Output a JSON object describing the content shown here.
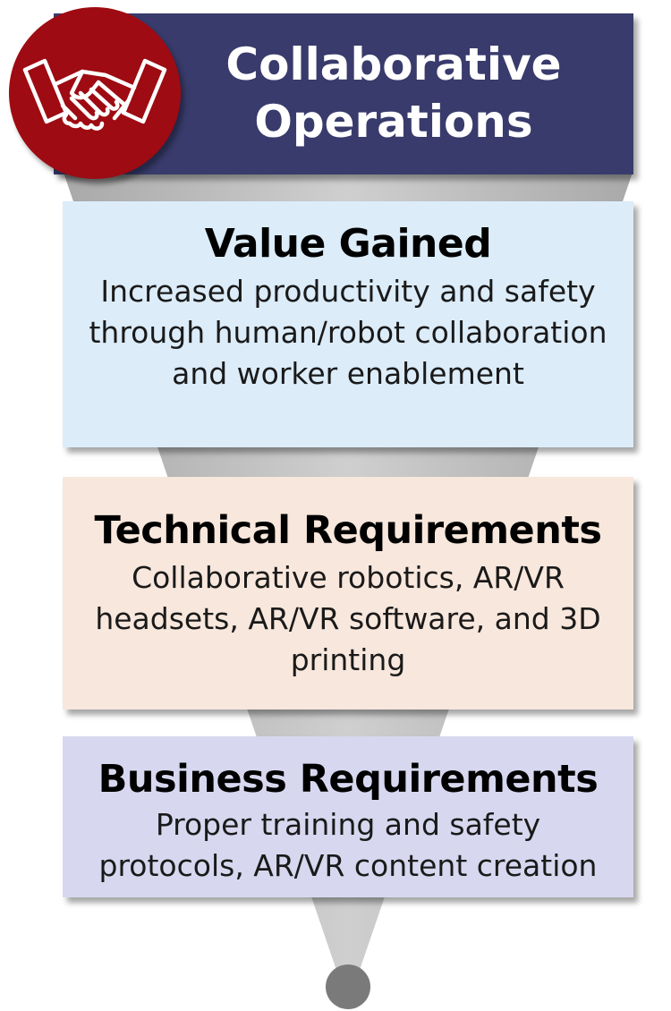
{
  "header": {
    "title": "Collaborative\nOperations",
    "icon": "handshake-icon",
    "icon_bg_color": "#9e0b12",
    "bg_color": "#383b6b"
  },
  "sections": [
    {
      "title": "Value Gained",
      "body": "Increased productivity and safety through human/robot collaboration and worker enablement",
      "bg_color": "#dcecf9"
    },
    {
      "title": "Technical Requirements",
      "body": "Collaborative robotics, AR/VR headsets, AR/VR software, and 3D printing",
      "bg_color": "#f8e7dc"
    },
    {
      "title": "Business Requirements",
      "body": "Proper training and safety protocols, AR/VR content creation",
      "bg_color": "#d7d8ef"
    }
  ],
  "funnel_color": "#b4b4b4",
  "end_dot_color": "#7a7a7a"
}
